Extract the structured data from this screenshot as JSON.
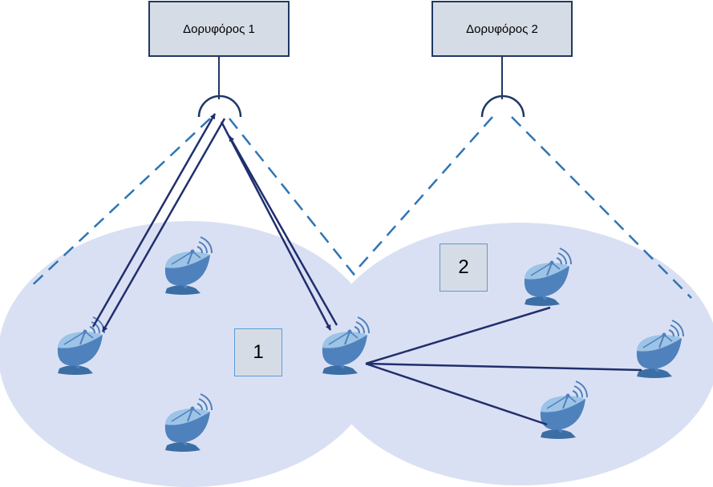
{
  "satellites": [
    {
      "label": "Δορυφόρος 1"
    },
    {
      "label": "Δορυφόρος 2"
    }
  ],
  "regions": [
    {
      "label": "1"
    },
    {
      "label": "2"
    }
  ],
  "colors": {
    "region_fill": "#dae0f3",
    "box_fill": "#d6dce5",
    "box_border": "#1f3864",
    "link": "#1f2f6e",
    "beam_dash": "#2e75b6",
    "dish_body": "#4f81bd",
    "dish_light": "#9dc3e6"
  },
  "icons": [
    "satellite-dish-icon"
  ]
}
